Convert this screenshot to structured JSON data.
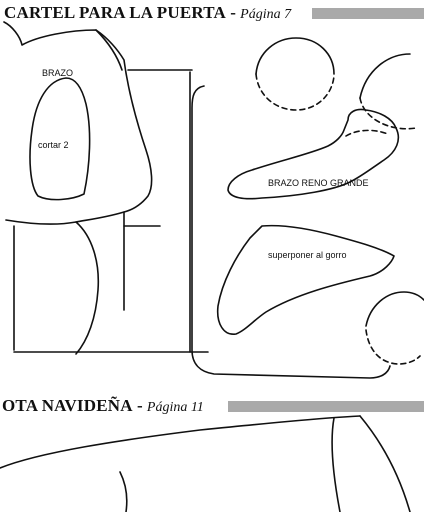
{
  "section1": {
    "title": "CARTEL PARA LA PUERTA",
    "separator": "-",
    "page_ref": "Página 7"
  },
  "section2": {
    "title": "OTA NAVIDEÑA",
    "separator": "-",
    "page_ref": "Página 11"
  },
  "labels": {
    "arm": "BRAZO",
    "cut": "cortar 2",
    "reindeer_arm": "BRAZO RENO GRANDE",
    "hat_overlay": "superponer al gorro"
  },
  "colors": {
    "line": "#111111",
    "bar": "#a9a9a9"
  }
}
